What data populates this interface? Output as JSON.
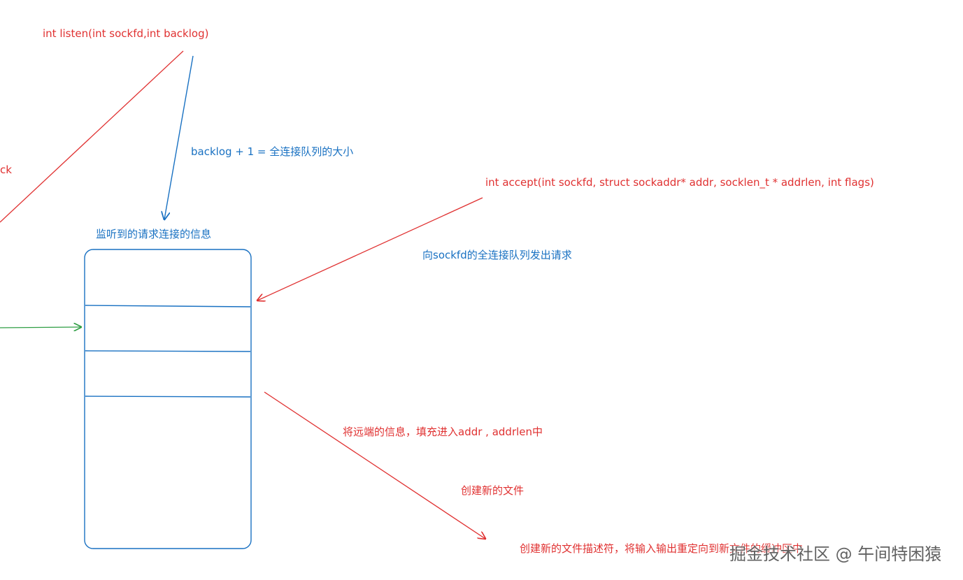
{
  "colors": {
    "red": "#e03131",
    "blue": "#1971c2",
    "green": "#2f9e44"
  },
  "labels": {
    "listen_signature": "int listen(int sockfd,int backlog)",
    "backlog_note": "backlog + 1 = 全连接队列的大小",
    "partial_left": "ck",
    "accept_signature": "int accept(int sockfd, struct sockaddr* addr, socklen_t * addrlen, int flags)",
    "queue_title": "监听到的请求连接的信息",
    "request_note": "向sockfd的全连接队列发出请求",
    "fill_note": "将远端的信息，填充进入addr , addrlen中",
    "create_file_note": "创建新的文件",
    "create_fd_note": "创建新的文件描述符，将输入输出重定向到新文件的缓冲区中"
  },
  "watermark": {
    "text": "掘金技术社区 @ 午间特困猿"
  }
}
